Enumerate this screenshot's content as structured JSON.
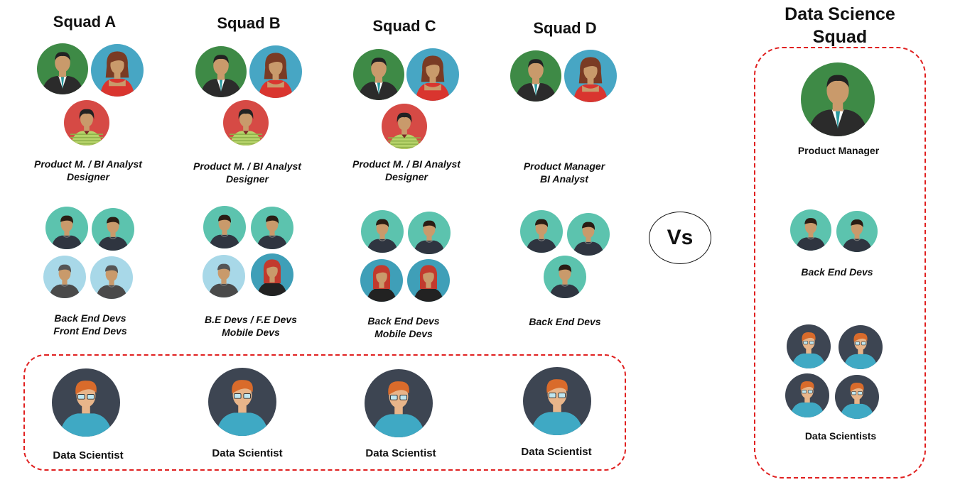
{
  "squads": [
    {
      "title": "Squad A",
      "roles1": [
        "Product M. / BI Analyst",
        "Designer"
      ],
      "roles2": [
        "Back End Devs",
        "Front End Devs"
      ],
      "ds_label": "Data Scientist"
    },
    {
      "title": "Squad B",
      "roles1": [
        "Product M. / BI Analyst",
        "Designer"
      ],
      "roles2": [
        "B.E Devs / F.E Devs",
        "Mobile Devs"
      ],
      "ds_label": "Data Scientist"
    },
    {
      "title": "Squad C",
      "roles1": [
        "Product M. / BI Analyst",
        "Designer"
      ],
      "roles2": [
        "Back End Devs",
        "Mobile Devs"
      ],
      "ds_label": "Data Scientist"
    },
    {
      "title": "Squad D",
      "roles1": [
        "Product Manager",
        "BI Analyst"
      ],
      "roles2": [
        "Back End Devs"
      ],
      "ds_label": "Data Scientist"
    }
  ],
  "vs_label": "Vs",
  "data_science_squad": {
    "title": [
      "Data Science",
      "Squad"
    ],
    "pm_label": "Product Manager",
    "backend_label": "Back End Devs",
    "ds_label": "Data Scientists"
  },
  "colors": {
    "dashed": "#e02020",
    "pm_bg": "#3e8a46",
    "analyst_bg": "#47a6c4",
    "designer_bg": "#d64a45",
    "dev_bg": "#5cc3ae",
    "frontend_bg": "#a8d8e8",
    "mobile_bg": "#3f9fb8",
    "scientist_bg": "#3d4552"
  }
}
